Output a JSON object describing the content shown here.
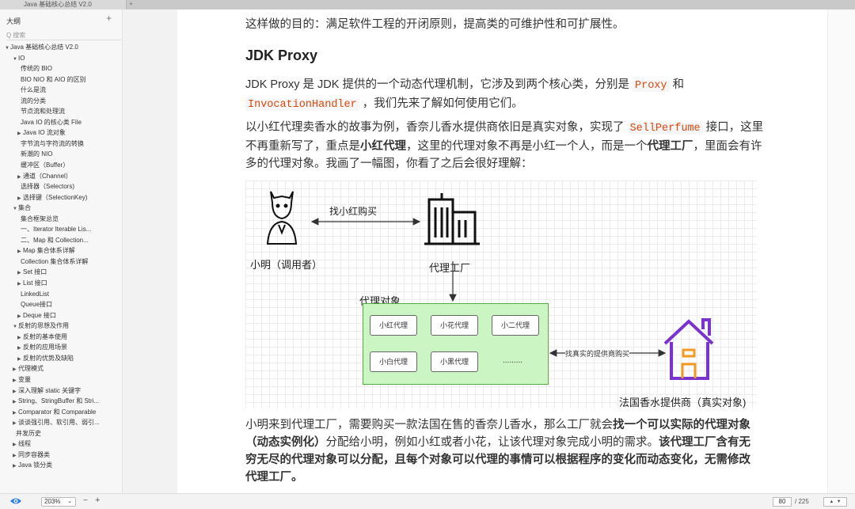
{
  "tab": {
    "title": "Java 基础核心总结 V2.0"
  },
  "sidebar": {
    "title": "大纲",
    "search_placeholder": "搜索",
    "items": [
      {
        "label": "Java 基础核心总结 V2.0",
        "tri": "▼"
      },
      {
        "label": "IO",
        "tri": "▼"
      },
      {
        "label": "传统的 BIO",
        "tri": ""
      },
      {
        "label": "BIO NIO 和 AIO 的区别",
        "tri": ""
      },
      {
        "label": "什么是流",
        "tri": ""
      },
      {
        "label": "流的分类",
        "tri": ""
      },
      {
        "label": "节点流和处理流",
        "tri": ""
      },
      {
        "label": "Java IO 的核心类 File",
        "tri": ""
      },
      {
        "label": "Java IO 流对象",
        "tri": "▶"
      },
      {
        "label": "字节流与字符流的转换",
        "tri": ""
      },
      {
        "label": "新潮的 NIO",
        "tri": ""
      },
      {
        "label": "缓冲区（Buffer）",
        "tri": ""
      },
      {
        "label": "通道（Channel）",
        "tri": "▶"
      },
      {
        "label": "选择器（Selectors)",
        "tri": ""
      },
      {
        "label": "选择键（SelectionKey)",
        "tri": "▶"
      },
      {
        "label": "集合",
        "tri": "▼"
      },
      {
        "label": "集合框架总览",
        "tri": ""
      },
      {
        "label": "一、Iterator Iterable Lis...",
        "tri": ""
      },
      {
        "label": "二、Map 和 Collection...",
        "tri": ""
      },
      {
        "label": "Map 集合体系详解",
        "tri": "▶"
      },
      {
        "label": "Collection 集合体系详解",
        "tri": ""
      },
      {
        "label": "Set 接口",
        "tri": "▶"
      },
      {
        "label": "List 接口",
        "tri": "▶"
      },
      {
        "label": "LinkedList",
        "tri": ""
      },
      {
        "label": "Queue接口",
        "tri": ""
      },
      {
        "label": "Deque 接口",
        "tri": "▶"
      },
      {
        "label": "反射的思想及作用",
        "tri": "▼"
      },
      {
        "label": "反射的基本使用",
        "tri": "▶"
      },
      {
        "label": "反射的应用场景",
        "tri": "▶"
      },
      {
        "label": "反射的优势及缺陷",
        "tri": "▶"
      },
      {
        "label": "代理模式",
        "tri": "▶"
      },
      {
        "label": "变量",
        "tri": "▶"
      },
      {
        "label": "深入理解 static 关键字",
        "tri": "▶"
      },
      {
        "label": "String、StringBuffer 和 Stri...",
        "tri": "▶"
      },
      {
        "label": "Comparator 和 Comparable",
        "tri": "▶"
      },
      {
        "label": "谈谈强引用、软引用、弱引...",
        "tri": "▶"
      },
      {
        "label": "并发历史",
        "tri": ""
      },
      {
        "label": "线程",
        "tri": "▶"
      },
      {
        "label": "同步容器类",
        "tri": "▶"
      },
      {
        "label": "Java 锁分类",
        "tri": "▶"
      }
    ]
  },
  "doc": {
    "p1": "这样做的目的：满足软件工程的开闭原则，提高类的可维护性和可扩展性。",
    "h_jdk": "JDK Proxy",
    "p2": {
      "a": "JDK Proxy 是 JDK 提供的一个动态代理机制，它涉及到两个核心类，分别是 ",
      "code1": "Proxy",
      "b": " 和 ",
      "code2": "InvocationHandler",
      "c": " ，我们先来了解如何使用它们。"
    },
    "p3": {
      "a": "以小红代理卖香水的故事为例，香奈儿香水提供商依旧是真实对象，实现了 ",
      "code1": "SellPerfume",
      "b": " 接口，这里不再重新写了，重点是",
      "bold1": "小红代理",
      "c": "，这里的代理对象不再是小红一个人，而是一个",
      "bold2": "代理工厂",
      "d": "，里面会有许多的代理对象。我画了一幅图，你看了之后会很好理解："
    },
    "p4": {
      "a": "小明来到代理工厂，需要购买一款法国在售的香奈儿香水，那么工厂就会",
      "bold1": "找一个可以实际的代理对象（动态实例化）",
      "b": "分配给小明，例如小红或者小花，让该代理对象完成小明的需求。",
      "bold2": "该代理工厂含有无穷无尽的代理对象可以分配，且每个对象可以代理的事情可以根据程序的变化而动态变化，无需修改代理工厂。"
    }
  },
  "diagram": {
    "buy_label": "找小红购买",
    "xiaoming_label": "小明（调用者）",
    "factory_label": "代理工厂",
    "proxy_objects_label": "代理对象",
    "agents": [
      "小红代理",
      "小花代理",
      "小二代理",
      "小白代理",
      "小黑代理"
    ],
    "more": ".........",
    "find_label": "找真实的提供商购买",
    "supplier_label": "法国香水提供商（真实对象)",
    "colors": {
      "proxy_fill": "#ccf5c4",
      "proxy_border": "#55aa44",
      "house": "#7a33cc",
      "house_door": "#f29a1f"
    }
  },
  "status": {
    "zoom": "203%",
    "page_current": "80",
    "page_total": "/ 225"
  }
}
